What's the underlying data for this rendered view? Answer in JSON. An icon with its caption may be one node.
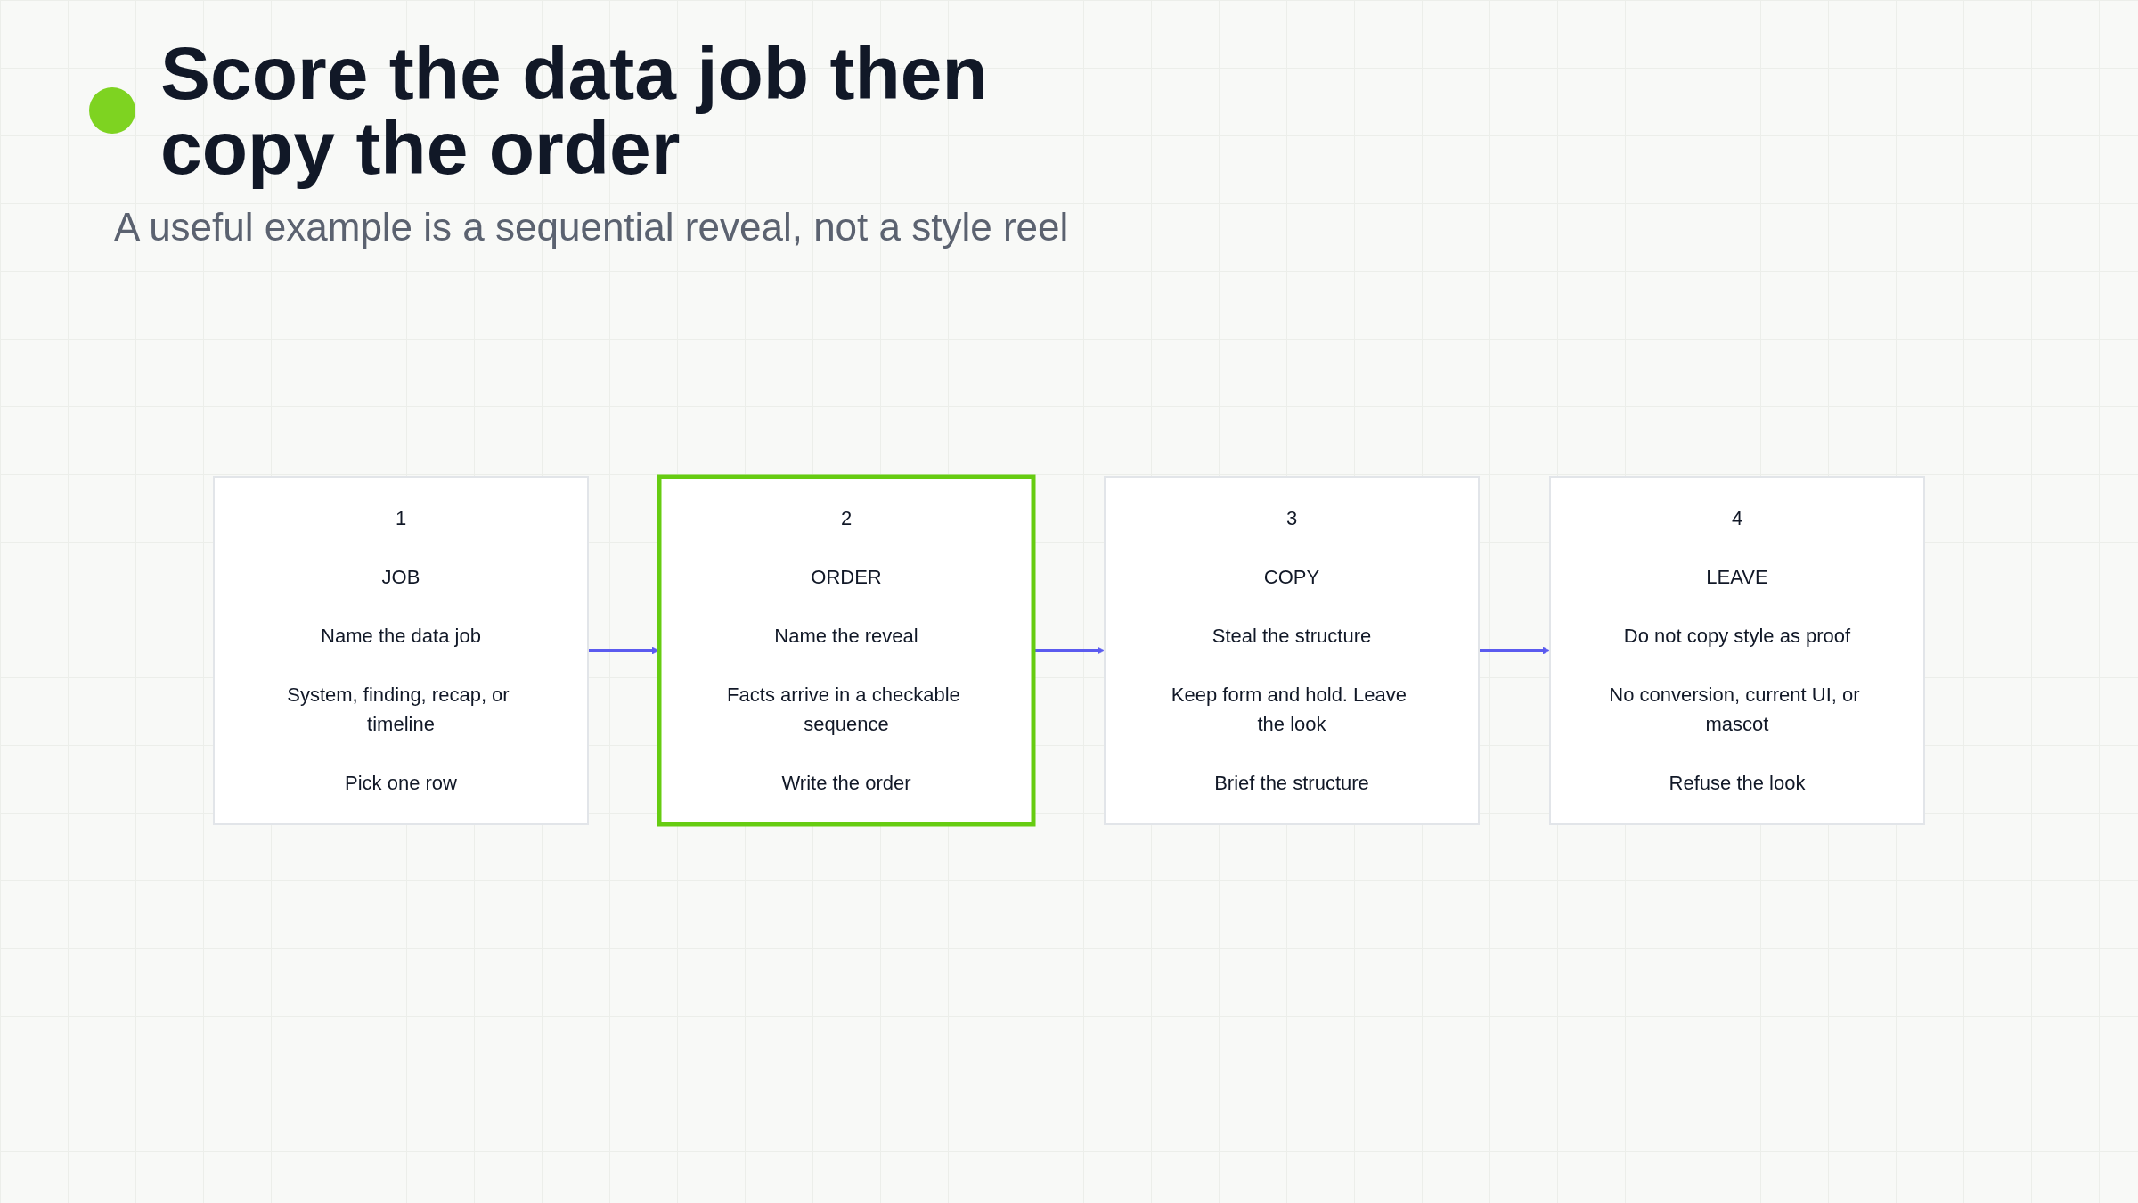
{
  "diagram": {
    "title": "Score the data job then copy the order",
    "nodes": [
      {
        "text": [
          "1",
          "JOB",
          "Name the data job",
          "System, finding, recap, or timeline",
          "Pick one row"
        ]
      },
      {
        "text": [
          "2",
          "ORDER",
          "Name the reveal",
          "Facts arrive in a checkable sequence",
          "Write the order"
        ]
      },
      {
        "text": [
          "3",
          "COPY",
          "Steal the structure",
          "Keep form and hold. Leave the look",
          "Brief the structure"
        ]
      },
      {
        "text": [
          "4",
          "LEAVE",
          "Do not copy style as proof",
          "No conversion, current UI, or mascot",
          "Refuse the look"
        ]
      }
    ],
    "edges": [
      {
        "from": 0,
        "to": 1,
        "arrow": "to"
      },
      {
        "from": 1,
        "to": 2,
        "arrow": "to"
      },
      {
        "from": 2,
        "to": 3,
        "arrow": "to"
      }
    ],
    "labels": [
      "A useful example is a sequential reveal, not a style reel"
    ]
  }
}
